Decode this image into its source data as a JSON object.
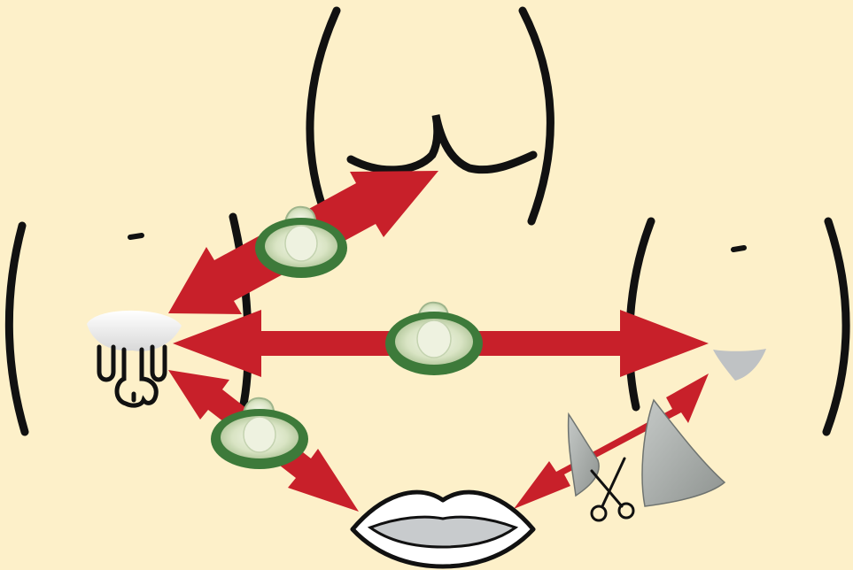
{
  "diagram": {
    "background_color": "#fdf0c9",
    "arrow_color": "#c8202a",
    "line_color": "#111111",
    "condom_rim_color": "#3d7a3a",
    "condom_body_color": "#d9e4c4",
    "icons": [
      "buttocks-icon",
      "penis-icon",
      "vulva-icon",
      "mouth-icon",
      "condom-icon",
      "cut-condom-dental-dam-icon",
      "scissors-icon"
    ],
    "connections": [
      {
        "from": "penis",
        "to": "anus",
        "barrier": "condom"
      },
      {
        "from": "penis",
        "to": "vagina",
        "barrier": "condom"
      },
      {
        "from": "penis",
        "to": "mouth",
        "barrier": "condom"
      },
      {
        "from": "vagina",
        "to": "mouth",
        "barrier": "cut-condom-dental-dam"
      }
    ]
  }
}
